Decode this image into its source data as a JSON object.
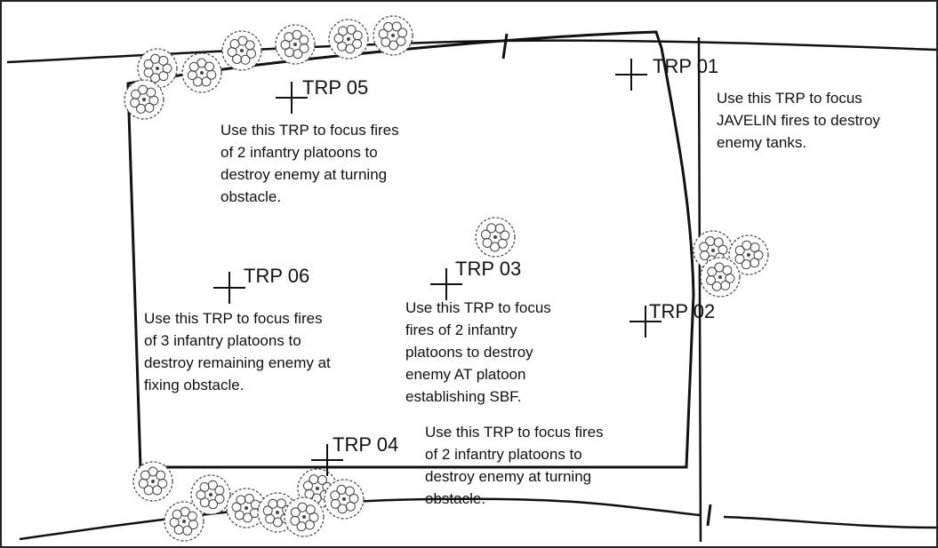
{
  "trps": [
    {
      "id": "trp-01",
      "label": "TRP 01",
      "note": [
        "Use this TRP to focus",
        "JAVELIN fires to destroy",
        "enemy tanks."
      ]
    },
    {
      "id": "trp-02",
      "label": "TRP 02",
      "note": []
    },
    {
      "id": "trp-03",
      "label": "TRP 03",
      "note": [
        "Use this TRP to focus",
        "fires of 2 infantry",
        "platoons to destroy",
        "enemy AT platoon",
        "establishing SBF."
      ]
    },
    {
      "id": "trp-04",
      "label": "TRP 04",
      "note": [
        "Use this TRP to focus fires",
        "of 2 infantry platoons to",
        "destroy enemy at turning",
        "obstacle."
      ]
    },
    {
      "id": "trp-05",
      "label": "TRP 05",
      "note": [
        "Use this TRP to focus fires",
        "of 2 infantry platoons to",
        "destroy enemy at turning",
        "obstacle."
      ]
    },
    {
      "id": "trp-06",
      "label": "TRP 06",
      "note": [
        "Use this TRP to focus fires",
        "of 3 infantry platoons to",
        "destroy remaining enemy at",
        "fixing obstacle."
      ]
    }
  ],
  "colors": {
    "ink": "#111111",
    "background": "#ffffff",
    "tree": "#444444"
  }
}
